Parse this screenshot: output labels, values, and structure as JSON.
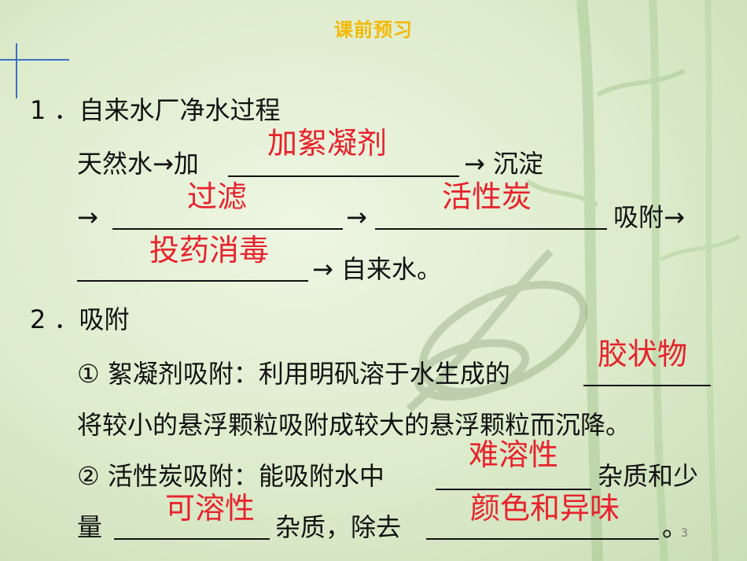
{
  "slide": {
    "title": "课前预习",
    "page_number": "3"
  },
  "section1": {
    "heading": "1 ．自来水厂净水过程",
    "line1_start": "天然水→加",
    "line1_end": "→ 沉淀",
    "line2_arrow_start": "→",
    "line2_arrow_mid": "→",
    "line2_end": "吸附→",
    "line3_end": "→ 自来水。",
    "answers": {
      "flocculant": "加絮凝剂",
      "filter": "过滤",
      "carbon": "活性炭",
      "disinfect": "投药消毒"
    }
  },
  "section2": {
    "heading": "2 ．吸附",
    "item1_start": "① 絮凝剂吸附：利用明矾溶于水生成的",
    "item1_line2": "将较小的悬浮颗粒吸附成较大的悬浮颗粒而沉降。",
    "item2_start": "② 活性炭吸附：能吸附水中",
    "item2_mid": "杂质和少",
    "item2_line2_start": "量",
    "item2_line2_mid": "杂质，除去",
    "item2_line2_end": "。",
    "answers": {
      "colloid": "胶状物",
      "insoluble": "难溶性",
      "soluble": "可溶性",
      "color_odor": "颜色和异味"
    }
  }
}
